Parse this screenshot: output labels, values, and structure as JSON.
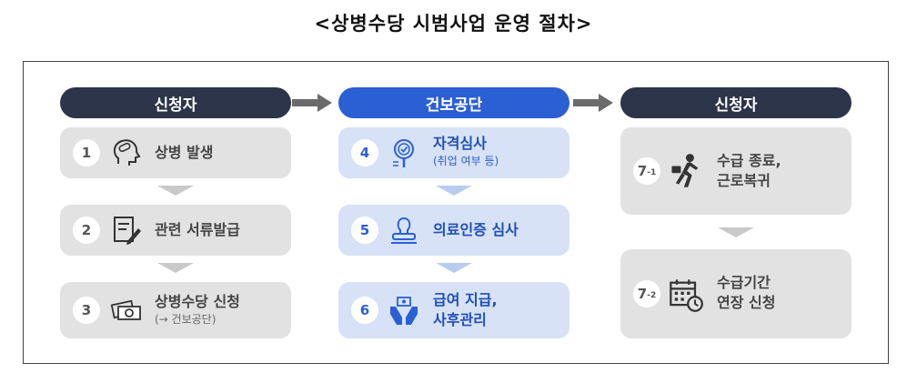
{
  "title": "<상병수당 시범사업 운영 절차>",
  "columns": [
    {
      "header": "신청자",
      "header_color": "#2c3549"
    },
    {
      "header": "건보공단",
      "header_color": "#2b5fd4"
    },
    {
      "header": "신청자",
      "header_color": "#2c3549"
    }
  ],
  "steps": [
    {
      "num": "1",
      "label": "상병 발생",
      "icon": "head-bandage-icon"
    },
    {
      "num": "2",
      "label": "관련 서류발급",
      "icon": "document-pen-icon"
    },
    {
      "num": "3",
      "label": "상병수당 신청",
      "sublabel": "(→ 건보공단)",
      "icon": "money-bills-icon"
    },
    {
      "num": "4",
      "label": "자격심사",
      "sublabel": "(취업 여부 등)",
      "icon": "magnifier-check-icon"
    },
    {
      "num": "5",
      "label": "의료인증 심사",
      "icon": "stamp-icon"
    },
    {
      "num": "6",
      "label": "급여 지급,",
      "label2": "사후관리",
      "icon": "hands-money-icon"
    },
    {
      "num": "7",
      "num_sub": "-1",
      "label": "수급 종료,",
      "label2": "근로복귀",
      "icon": "running-worker-icon"
    },
    {
      "num": "7",
      "num_sub": "-2",
      "label": "수급기간",
      "label2": "연장 신청",
      "icon": "calendar-clock-icon"
    }
  ],
  "colors": {
    "dark": "#2c3549",
    "blue": "#2b5fd4",
    "gray_box": "#e2e2e2",
    "blue_box": "#d7e2f6"
  }
}
